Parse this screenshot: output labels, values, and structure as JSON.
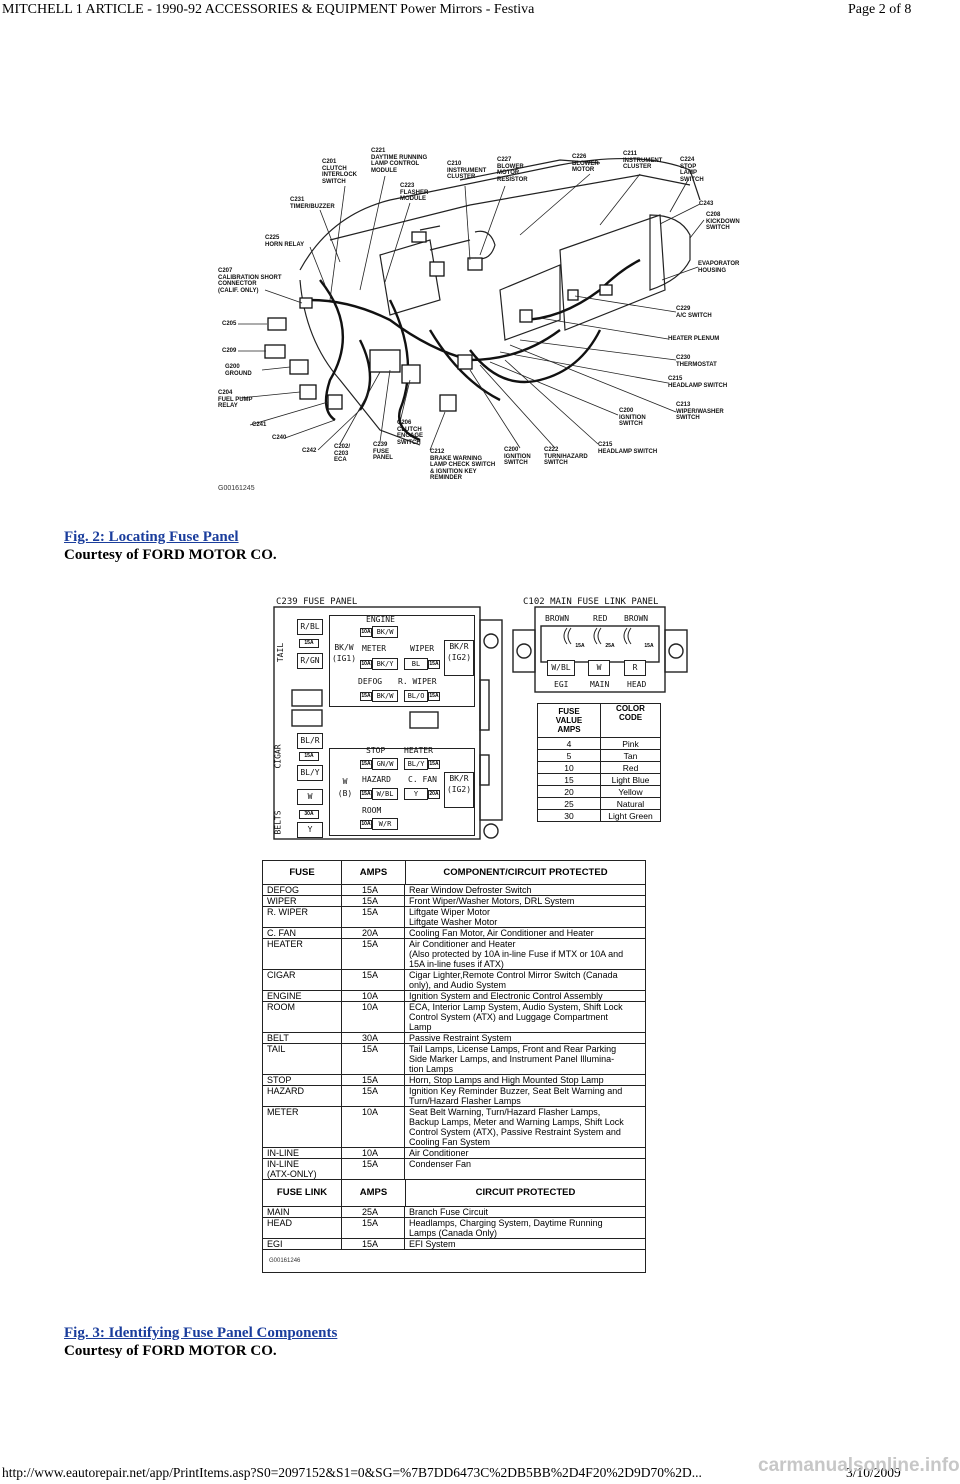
{
  "header": {
    "title": "MITCHELL 1 ARTICLE - 1990-92 ACCESSORIES & EQUIPMENT Power Mirrors - Festiva",
    "page": "Page 2 of 8"
  },
  "fig2": {
    "callouts": {
      "c201": "C201\nCLUTCH\nINTERLOCK\nSWITCH",
      "c221": "C221\nDAYTIME RUNNING\nLAMP CONTROL\nMODULE",
      "c210": "C210\nINSTRUMENT\nCLUSTER",
      "c227": "C227\nBLOWER\nMOTOR\nRESISTOR",
      "c226": "C226\nBLOWER\nMOTOR",
      "c211": "C211\nINSTRUMENT\nCLUSTER",
      "c224": "C224\nSTOP\nLAMP\nSWITCH",
      "c223": "C223\nFLASHER\nMODULE",
      "c231": "C231\nTIMER/BUZZER",
      "c243": "C243",
      "c208k": "C208\nKICKDOWN\nSWITCH",
      "c225": "C225\nHORN RELAY",
      "evap": "EVAPORATOR\nHOUSING",
      "c207": "C207\nCALIBRATION SHORT\nCONNECTOR\n(CALIF. ONLY)",
      "c229": "C229\nA/C SWITCH",
      "c205": "C205",
      "heater_plenum": "HEATER PLENUM",
      "c209": "C209",
      "c230": "C230\nTHERMOSTAT",
      "g200": "G200\nGROUND",
      "c215a": "C215\nHEADLAMP SWITCH",
      "c204": "C204\nFUEL PUMP\nRELAY",
      "c200a": "C200\nIGNITION\nSWITCH",
      "c213": "C213\nWIPER/WASHER\nSWITCH",
      "c241": "C241",
      "c240": "C240",
      "c206": "C206\nCLUTCH\nENGAGE\nSWITCH",
      "c242": "C242",
      "c202": "C202/\nC203\nECA",
      "c239": "C239\nFUSE\nPANEL",
      "c212": "C212\nBRAKE WARNING\nLAMP CHECK SWITCH\n& IGNITION KEY\nREMINDER",
      "c200b": "C200\nIGNITION\nSWITCH",
      "c222": "C222\nTURN/HAZARD\nSWITCH",
      "c215b": "C215\nHEADLAMP SWITCH"
    },
    "code": "G00161245",
    "caption": "Fig. 2: Locating Fuse Panel",
    "courtesy": "Courtesy of FORD MOTOR CO."
  },
  "fig3": {
    "fuse_panel_title": "C239   FUSE PANEL",
    "link_panel_title": "C102  MAIN FUSE LINK PANEL",
    "panel": {
      "tail": "TAIL",
      "cigar": "CIGAR",
      "belts": "BELTS",
      "rbl": "R/BL",
      "rgn": "R/GN",
      "blr": "BL/R",
      "bly": "BL/Y",
      "w": "W",
      "y": "Y",
      "a15": "15A",
      "a30": "30A",
      "a10": "10A",
      "a20": "20A",
      "engine": "ENGINE",
      "meter": "METER",
      "wiper": "WIPER",
      "defog": "DEFOG",
      "rwiper": "R. WIPER",
      "bkw": "BK/W",
      "bky": "BK/Y",
      "bl": "BL",
      "blo": "BL/O",
      "bkw_ig1": "BK/W\n(IG1)",
      "bkr_ig2": "BK/R\n(IG2)",
      "w_b": "W\n(B)",
      "stop": "STOP",
      "heater": "HEATER",
      "hazard": "HAZARD",
      "cfan": "C. FAN",
      "room": "ROOM",
      "gnw": "GN/W",
      "wbl": "W/BL",
      "wr": "W/R"
    },
    "link_panel": {
      "brown": "BROWN",
      "red": "RED",
      "a15": "15A",
      "a25": "25A",
      "wbl": "W/BL",
      "w": "W",
      "r": "R",
      "egi": "EGI",
      "main": "MAIN",
      "head": "HEAD"
    },
    "color_table": {
      "headers": [
        "FUSE\nVALUE\nAMPS",
        "COLOR\nCODE"
      ],
      "rows": [
        [
          "4",
          "Pink"
        ],
        [
          "5",
          "Tan"
        ],
        [
          "10",
          "Red"
        ],
        [
          "15",
          "Light Blue"
        ],
        [
          "20",
          "Yellow"
        ],
        [
          "25",
          "Natural"
        ],
        [
          "30",
          "Light Green"
        ]
      ]
    },
    "fuse_table": {
      "headers": [
        "FUSE",
        "AMPS",
        "COMPONENT/CIRCUIT PROTECTED"
      ],
      "rows": [
        [
          "DEFOG",
          "15A",
          "Rear Window Defroster Switch"
        ],
        [
          "WIPER",
          "15A",
          "Front Wiper/Washer Motors, DRL System"
        ],
        [
          "R. WIPER",
          "15A",
          "Liftgate Wiper Motor\nLiftgate Washer Motor"
        ],
        [
          "C. FAN",
          "20A",
          "Cooling Fan Motor, Air Conditioner and Heater"
        ],
        [
          "HEATER",
          "15A",
          "Air Conditioner and Heater\n(Also protected by 10A in-line Fuse if MTX or 10A and\n15A in-line fuses if ATX)"
        ],
        [
          "CIGAR",
          "15A",
          "Cigar Lighter,Remote Control Mirror Switch (Canada\nonly), and Audio System"
        ],
        [
          "ENGINE",
          "10A",
          "Ignition System and Electronic Control Assembly"
        ],
        [
          "ROOM",
          "10A",
          "ECA, Interior Lamp System, Audio System, Shift Lock\nControl System (ATX) and Luggage Compartment\nLamp"
        ],
        [
          "BELT",
          "30A",
          "Passive Restraint System"
        ],
        [
          "TAIL",
          "15A",
          "Tail Lamps, License Lamps, Front and Rear Parking\nSide Marker Lamps, and Instrument Panel Illumina-\ntion Lamps"
        ],
        [
          "STOP",
          "15A",
          "Horn, Stop Lamps and High Mounted Stop Lamp"
        ],
        [
          "HAZARD",
          "15A",
          "Ignition Key Reminder Buzzer, Seat Belt Warning and\nTurn/Hazard Flasher Lamps"
        ],
        [
          "METER",
          "10A",
          "Seat Belt Warning, Turn/Hazard Flasher Lamps,\nBackup Lamps, Meter and Warning Lamps, Shift Lock\nControl System (ATX), Passive Restraint System and\nCooling Fan System"
        ],
        [
          "IN-LINE",
          "10A",
          "Air Conditioner"
        ],
        [
          "IN-LINE\n(ATX-ONLY)",
          "15A",
          "Condenser Fan"
        ]
      ],
      "link_headers": [
        "FUSE LINK",
        "AMPS",
        "CIRCUIT PROTECTED"
      ],
      "link_rows": [
        [
          "MAIN",
          "25A",
          "Branch Fuse Circuit"
        ],
        [
          "HEAD",
          "15A",
          "Headlamps, Charging System, Daytime Running\nLamps (Canada Only)"
        ],
        [
          "EGI",
          "15A",
          "EFI System"
        ]
      ]
    },
    "code": "G00161246",
    "caption": "Fig. 3: Identifying Fuse Panel Components",
    "courtesy": "Courtesy of FORD MOTOR CO."
  },
  "footer": {
    "url": "http://www.eautorepair.net/app/PrintItems.asp?S0=2097152&S1=0&SG=%7B7DD6473C%2DB5BB%2D4F20%2D9D70%2D...",
    "date": "3/10/2009",
    "watermark": "carmanualsonline.info"
  }
}
